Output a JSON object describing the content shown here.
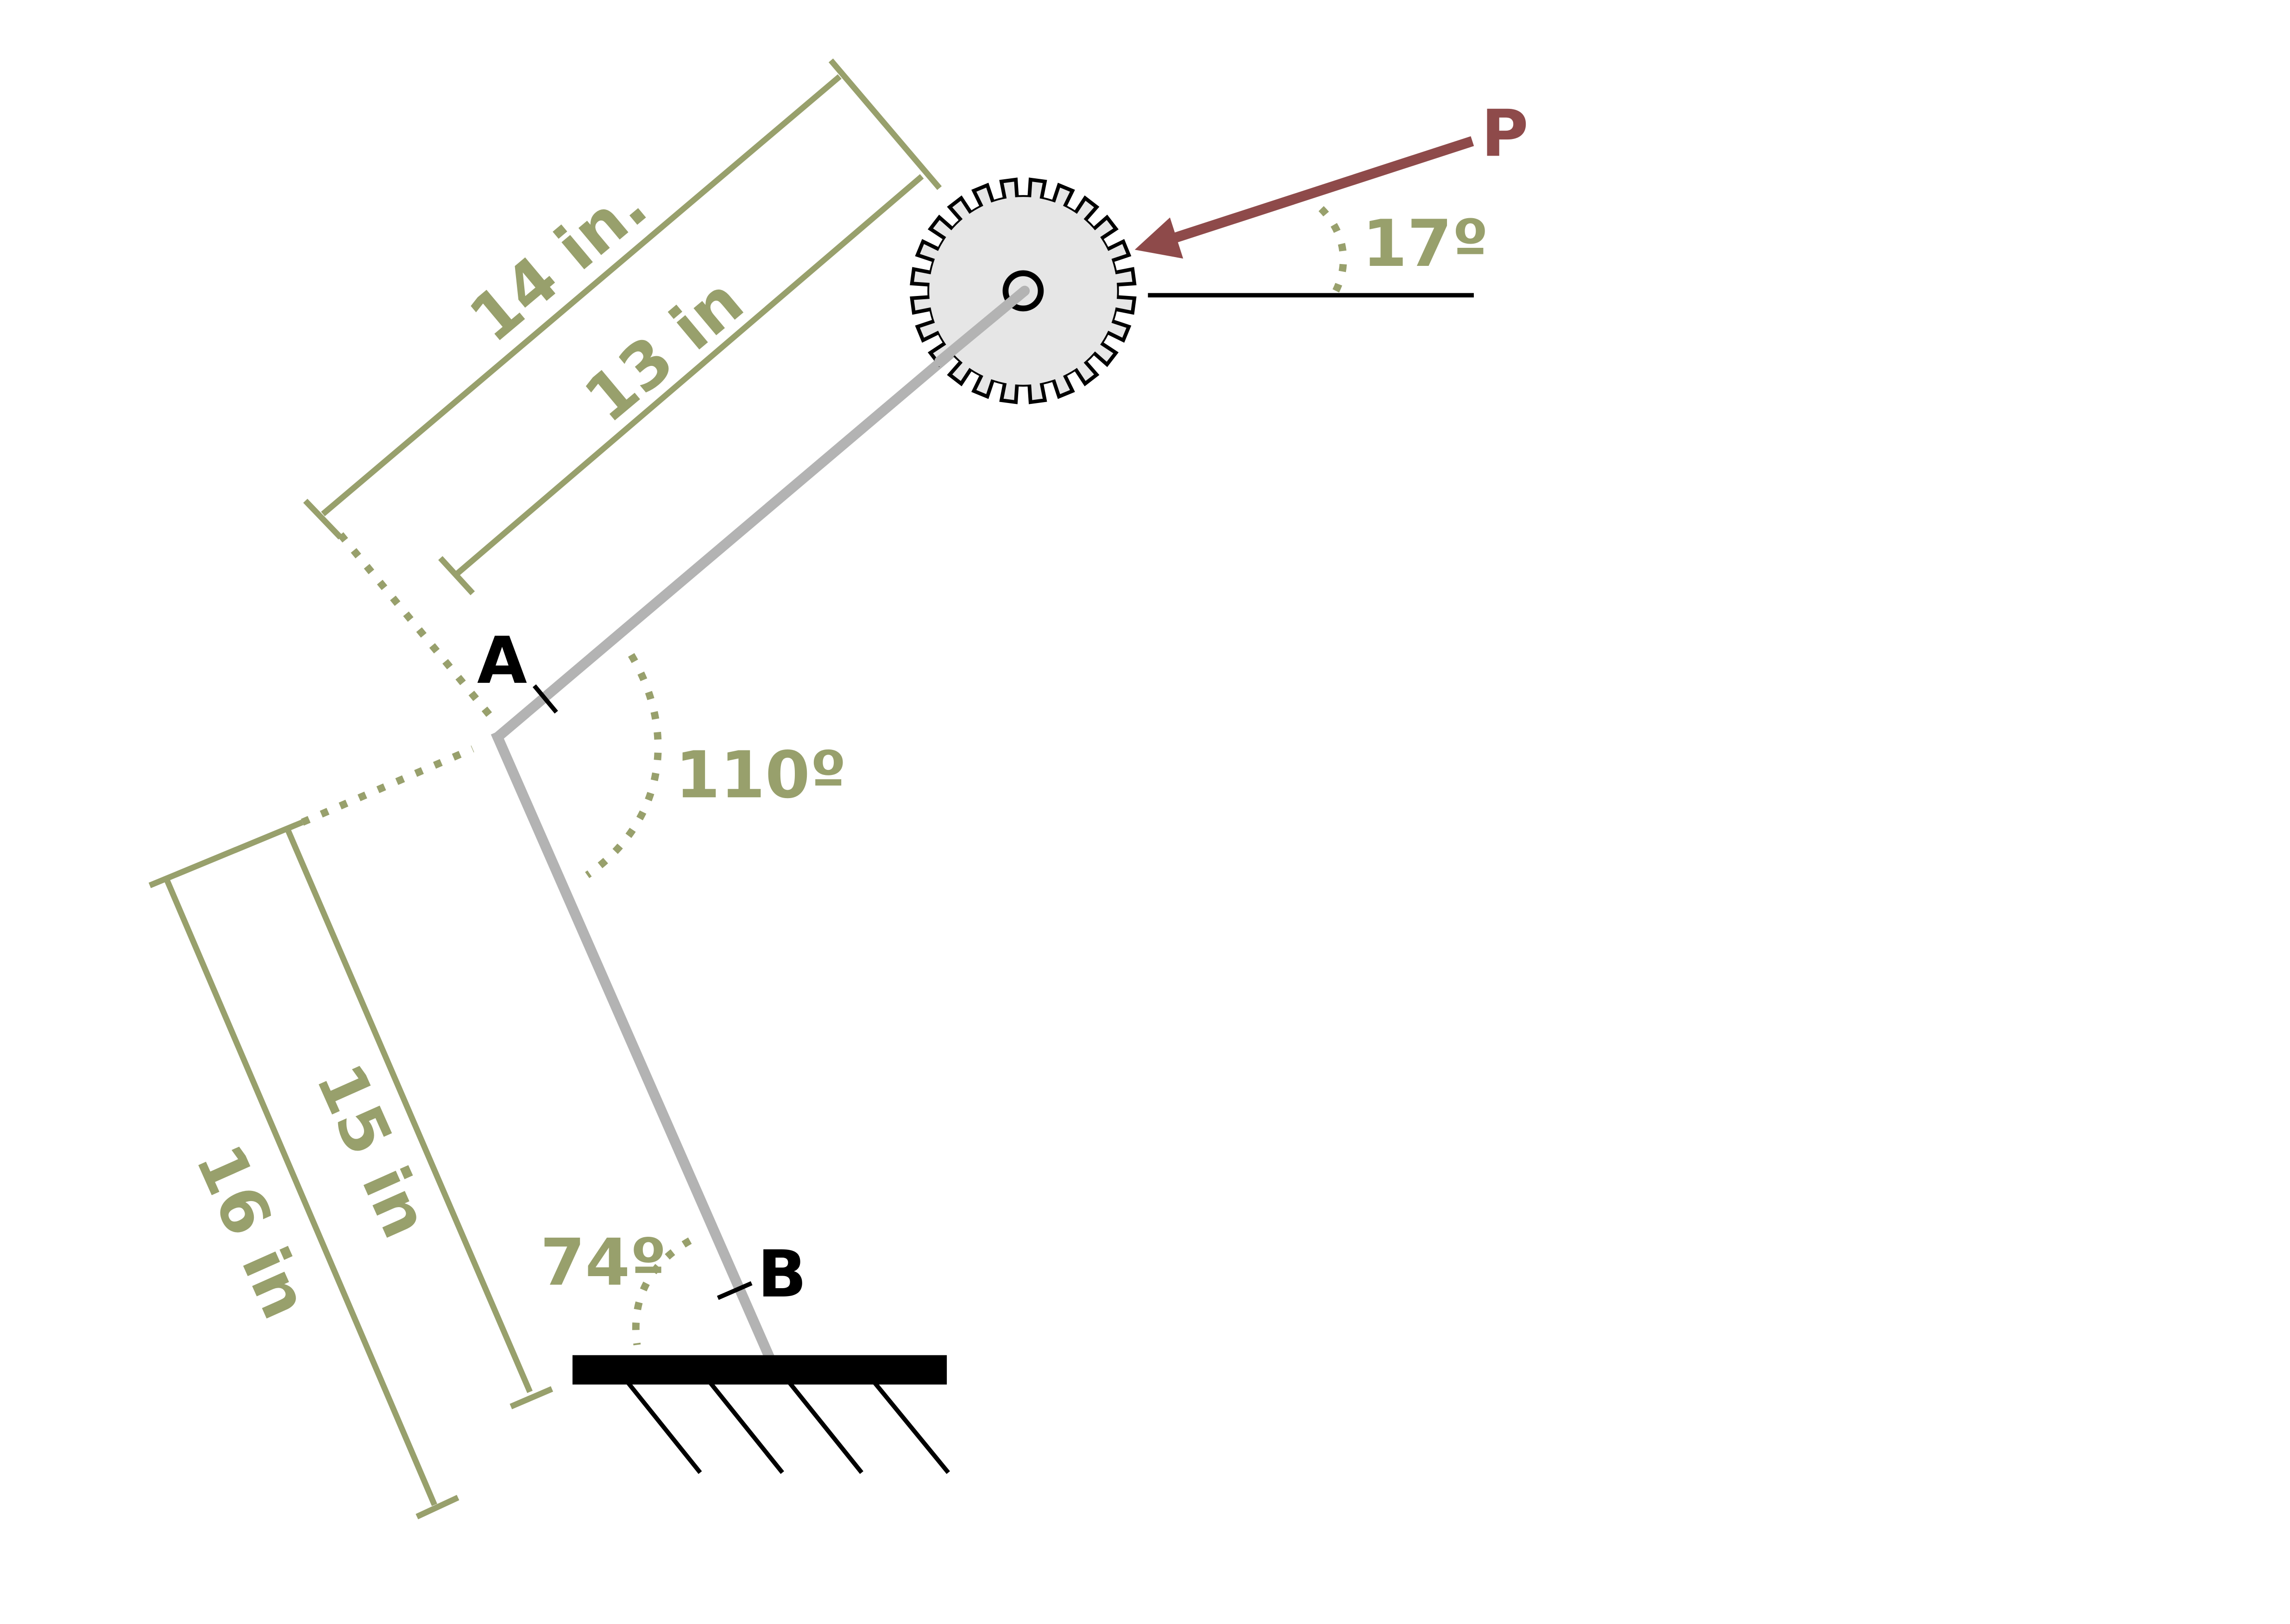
{
  "labels": {
    "dim_14": "14 in.",
    "dim_13": "13 in",
    "dim_15": "15 in",
    "dim_16": "16 in",
    "angle_110": "110º",
    "angle_17": "17º",
    "angle_74": "74º",
    "point_a": "A",
    "point_b": "B",
    "force_p": "P"
  },
  "colors": {
    "dimension": "#98a06c",
    "member": "#b3b3b3",
    "force": "#8e4a4a",
    "gear_fill": "#e6e6e6",
    "ground": "#000000"
  },
  "icons": {
    "gear": "gear-icon",
    "ground": "ground-hatch-icon",
    "force": "force-arrow-icon"
  }
}
